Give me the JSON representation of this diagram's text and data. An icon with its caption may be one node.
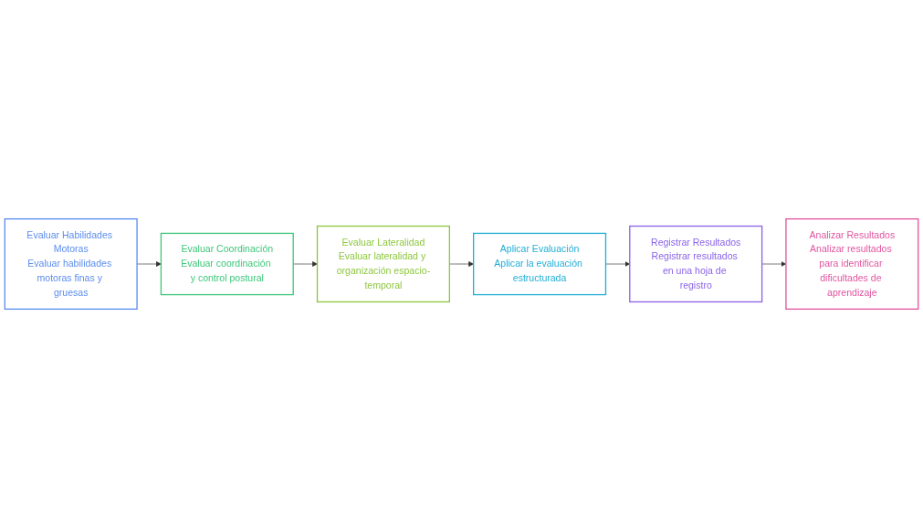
{
  "diagram": {
    "nodes": [
      {
        "text": [
          "Evaluar Habilidades Motoras",
          "Evaluar habilidades motoras finas y gruesas"
        ]
      },
      {
        "text": [
          "Evaluar Coordinación",
          "Evaluar coordinación y control postural"
        ]
      },
      {
        "text": [
          "Evaluar Lateralidad",
          "Evaluar lateralidad y organización espacio-temporal"
        ]
      },
      {
        "text": [
          "Analizar Resultados",
          "Analizar resultados para identificar dificultades de aprendizaje"
        ]
      },
      {
        "text": [
          "Registrar Resultados",
          "Registrar resultados en una hoja de registro"
        ]
      },
      {
        "text": [
          "Aplicar Evaluación",
          "Aplicar la evaluación estructurada"
        ]
      }
    ],
    "edges": [
      {
        "from": 0,
        "to": 1,
        "arrow": "to"
      },
      {
        "from": 1,
        "to": 2,
        "arrow": "to"
      },
      {
        "from": 2,
        "to": 5,
        "arrow": "to"
      },
      {
        "from": 5,
        "to": 4,
        "arrow": "to"
      },
      {
        "from": 4,
        "to": 3,
        "arrow": "to"
      }
    ]
  }
}
